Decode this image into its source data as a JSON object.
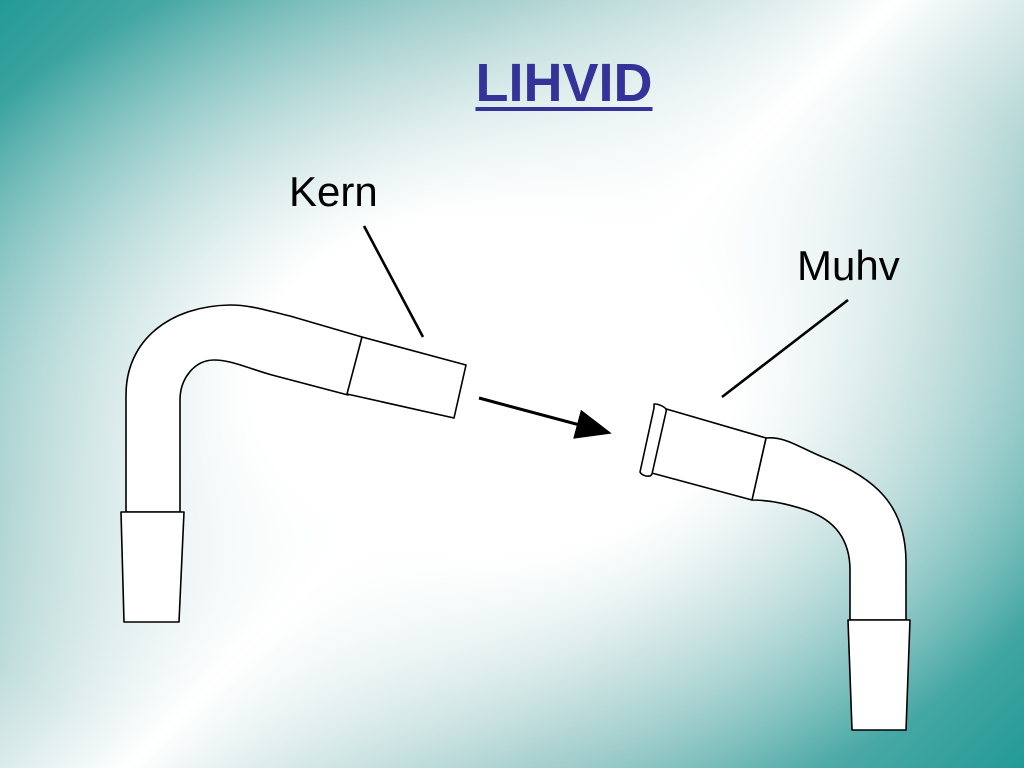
{
  "title": "LIHVID",
  "labels": {
    "kern": "Kern",
    "muhv": "Muhv"
  },
  "colors": {
    "title": "#333399",
    "background_edge": "#239a96",
    "glass_fill": "#ffffff",
    "outline": "#000000"
  }
}
